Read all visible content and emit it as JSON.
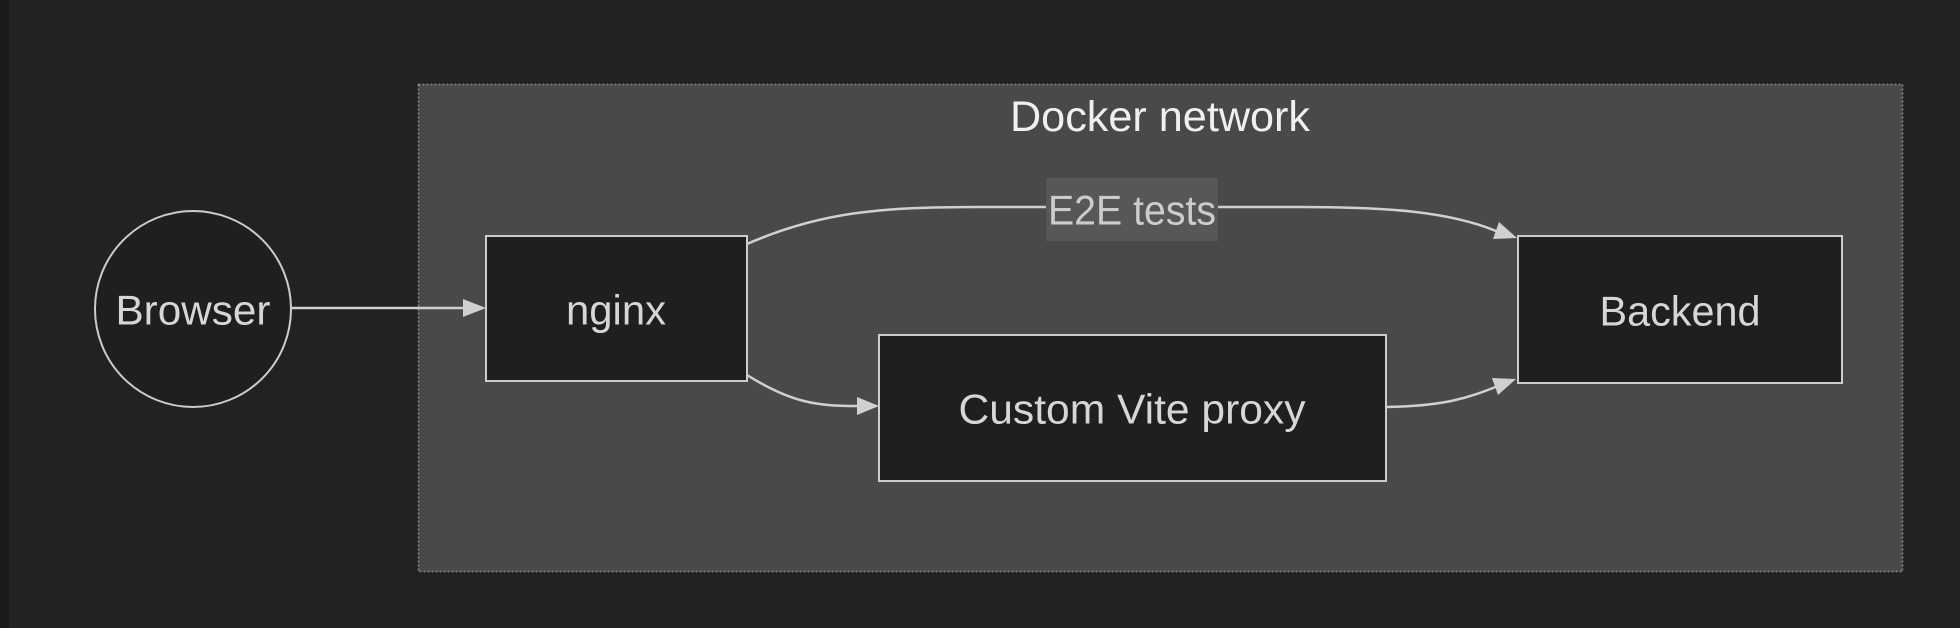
{
  "diagram": {
    "title": "Docker network",
    "nodes": {
      "browser": {
        "label": "Browser",
        "shape": "circle"
      },
      "nginx": {
        "label": "nginx",
        "shape": "rect"
      },
      "vite_proxy": {
        "label": "Custom Vite proxy",
        "shape": "rect"
      },
      "backend": {
        "label": "Backend",
        "shape": "rect"
      }
    },
    "edges": [
      {
        "from": "Browser",
        "to": "nginx",
        "label": ""
      },
      {
        "from": "nginx",
        "to": "Backend",
        "label": "E2E tests"
      },
      {
        "from": "nginx",
        "to": "Custom Vite proxy",
        "label": ""
      },
      {
        "from": "Custom Vite proxy",
        "to": "Backend",
        "label": ""
      }
    ]
  },
  "theme": {
    "background": "#212222",
    "left_strip": "#1a1b1b",
    "cluster_fill": "#484a49",
    "cluster_border": "#8b8d8c",
    "node_fill": "#1e1f1f",
    "node_border": "#cccccc",
    "node_text": "#d6d6d6",
    "title_text": "#f0f0f0",
    "edge_color": "#d0d0d0",
    "edge_label_bg": "#565856",
    "edge_label_text": "#cccccc"
  }
}
